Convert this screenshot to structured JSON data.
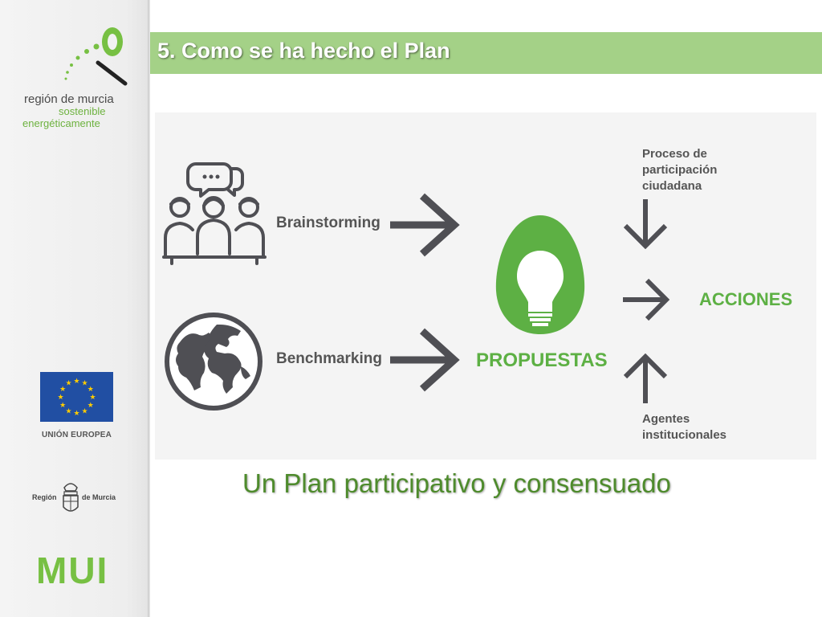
{
  "sidebar": {
    "brand": {
      "line1": "región de murcia",
      "line2": "sostenible",
      "line3": "energéticamente"
    },
    "eu_label": "UNIÓN EUROPEA",
    "murcia_left": "Región",
    "murcia_right": "de Murcia",
    "mui_logo": "MUI"
  },
  "header": {
    "title": "5.  Como se ha hecho el Plan"
  },
  "diagram": {
    "brainstorming": "Brainstorming",
    "benchmarking": "Benchmarking",
    "propuestas": "PROPUESTAS",
    "acciones": "ACCIONES",
    "proceso_lines": [
      "Proceso de",
      "participación",
      "ciudadana"
    ],
    "agentes_lines": [
      "Agentes",
      "institucionales"
    ]
  },
  "footer": {
    "tagline": "Un Plan participativo y consensuado"
  },
  "colors": {
    "accent_green": "#5db044",
    "header_green": "#a4d187",
    "arrow_gray": "#4f4f54",
    "eu_blue": "#214fa3",
    "eu_star": "#ffcc00"
  }
}
